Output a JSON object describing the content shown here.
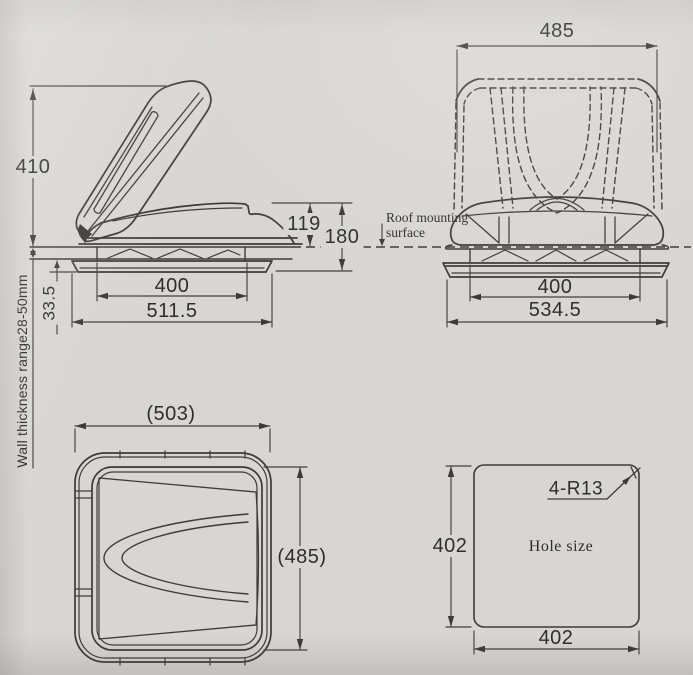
{
  "side": {
    "height_open": "410",
    "lid_height": "119",
    "overall_height": "180",
    "neck_width": "400",
    "garnish_width": "511.5",
    "garnish_drop": "33.5",
    "wall_note": "Wall thickness range28-50mm"
  },
  "front": {
    "lid_width": "485",
    "neck_width": "400",
    "garnish_width": "534.5",
    "roof_label_line1": "Roof mounting",
    "roof_label_line2": "surface"
  },
  "plan": {
    "overall_width": "(503)",
    "overall_depth": "(485)"
  },
  "hole": {
    "height": "402",
    "width": "402",
    "corner_radius": "4-R13",
    "caption": "Hole size"
  }
}
